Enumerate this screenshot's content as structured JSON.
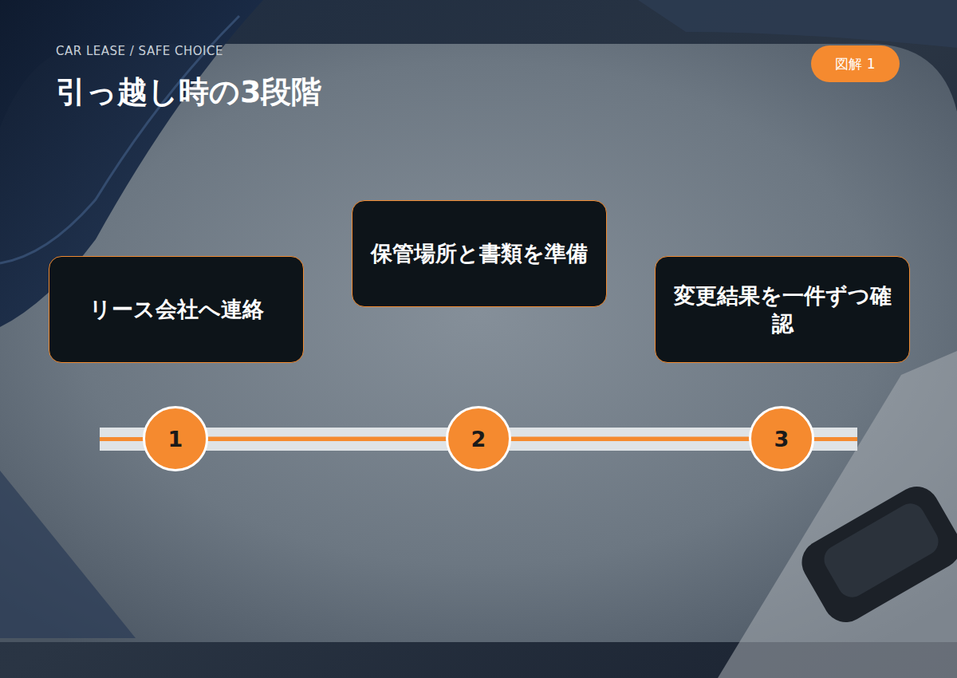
{
  "diagram": {
    "title": "引っ越し時の3段階",
    "nodes": [
      {
        "text": [
          "図解 1"
        ]
      },
      {
        "text": [
          "リース会社へ連絡"
        ]
      },
      {
        "text": [
          "保管場所と書類を準備"
        ]
      },
      {
        "text": [
          "変更結果を一件ずつ確認"
        ]
      },
      {
        "text": [
          "1"
        ]
      },
      {
        "text": [
          "2"
        ]
      },
      {
        "text": [
          "3"
        ]
      }
    ],
    "edges": [
      {
        "from": 4,
        "to": 5,
        "arrow": "none"
      },
      {
        "from": 5,
        "to": 6,
        "arrow": "none"
      }
    ],
    "labels": [
      "CAR LEASE / SAFE CHOICE"
    ]
  }
}
